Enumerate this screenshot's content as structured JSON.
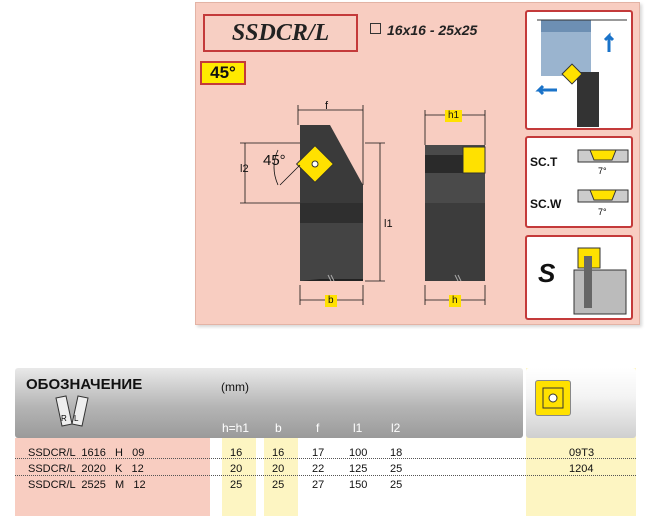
{
  "header": {
    "code": "SSDCR/L",
    "size_range": "16x16 - 25x25",
    "angle": "45°"
  },
  "drawing": {
    "angle_label": "45°",
    "dim_f": "f",
    "dim_h1": "h1",
    "dim_l1": "l1",
    "dim_l2": "l2",
    "dim_b": "b",
    "dim_h": "h"
  },
  "side_panels": {
    "sc_t": "SC.T",
    "sc_w": "SC.W",
    "angle_7": "7°",
    "s_letter": "S"
  },
  "table": {
    "title": "ОБОЗНАЧЕНИЕ",
    "unit": "(mm)",
    "hand_labels": [
      "R",
      "L"
    ],
    "columns": [
      "h=h1",
      "b",
      "f",
      "l1",
      "l2"
    ],
    "rows": [
      {
        "designation": "SSDCR/L  1616   H   09",
        "h": "16",
        "b": "16",
        "f": "17",
        "l1": "100",
        "l2": "18",
        "insert": "09T3"
      },
      {
        "designation": "SSDCR/L  2020   K   12",
        "h": "20",
        "b": "20",
        "f": "22",
        "l1": "125",
        "l2": "25",
        "insert": "1204"
      },
      {
        "designation": "SSDCR/L  2525   M   12",
        "h": "25",
        "b": "25",
        "f": "27",
        "l1": "150",
        "l2": "25",
        "insert": ""
      }
    ]
  },
  "colors": {
    "panel": "#f8cdc1",
    "accent_red": "#c43a3a",
    "insert_yellow": "#ffe100",
    "highlight_yellow": "#fdf5c2"
  }
}
